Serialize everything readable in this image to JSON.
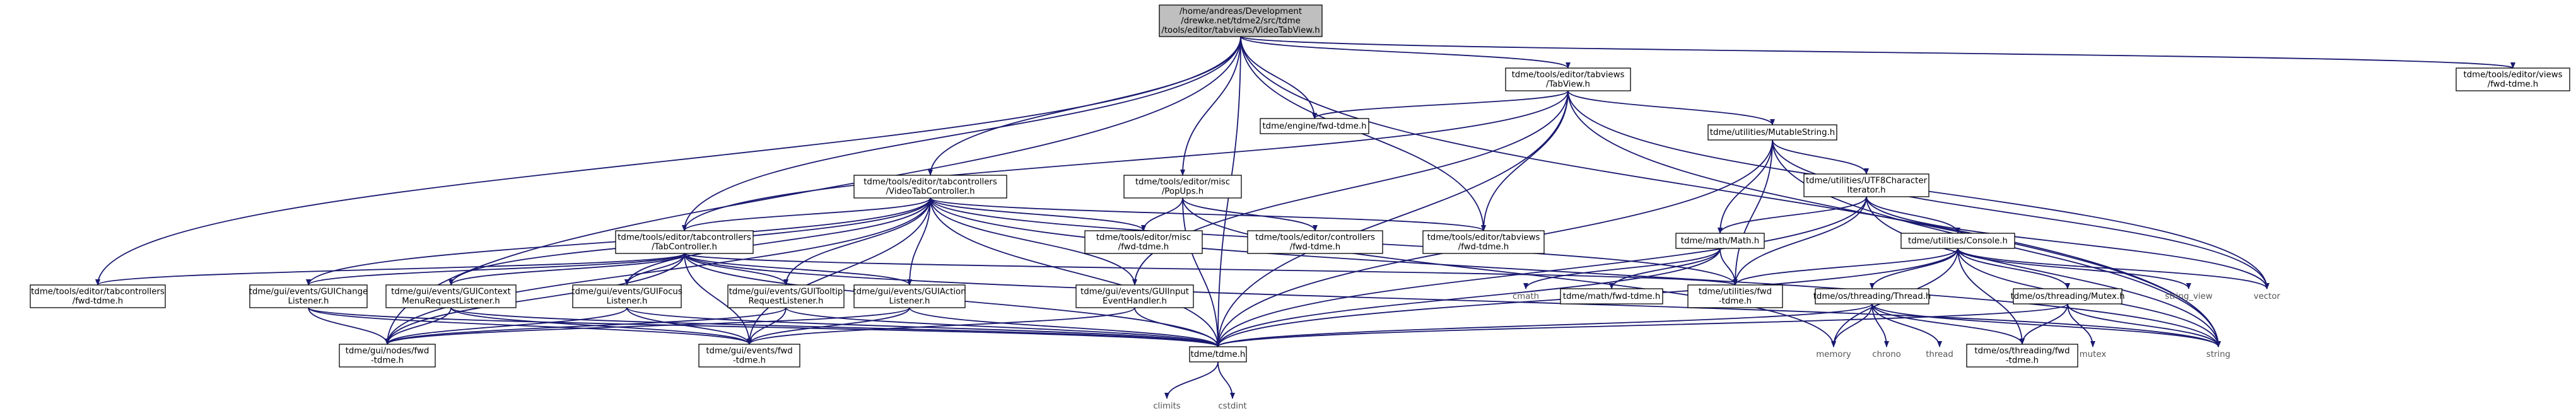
{
  "diagram": {
    "edge_color": "#191970",
    "root_fill": "#bfbfbf",
    "node_fill": "#ffffff",
    "system_header_text_color": "#555555",
    "nodes": [
      {
        "id": "root",
        "lines": [
          "/home/andreas/Development",
          "/drewke.net/tdme2/src/tdme",
          "/tools/editor/tabviews/VideoTabView.h"
        ],
        "root": true
      },
      {
        "id": "tabcontrollers_fwd",
        "lines": [
          "tdme/tools/editor/tabcontrollers",
          "/fwd-tdme.h"
        ]
      },
      {
        "id": "tabcontroller",
        "lines": [
          "tdme/tools/editor/tabcontrollers",
          "/TabController.h"
        ]
      },
      {
        "id": "videotabcontroller",
        "lines": [
          "tdme/tools/editor/tabcontrollers",
          "/VideoTabController.h"
        ]
      },
      {
        "id": "tabview",
        "lines": [
          "tdme/tools/editor/tabviews",
          "/TabView.h"
        ]
      },
      {
        "id": "views_fwd",
        "lines": [
          "tdme/tools/editor/views",
          "/fwd-tdme.h"
        ]
      },
      {
        "id": "engine_fwd",
        "lines": [
          "tdme/engine/fwd-tdme.h"
        ]
      },
      {
        "id": "popups",
        "lines": [
          "tdme/tools/editor/misc",
          "/PopUps.h"
        ]
      },
      {
        "id": "misc_fwd",
        "lines": [
          "tdme/tools/editor/misc",
          "/fwd-tdme.h"
        ]
      },
      {
        "id": "controllers_fwd",
        "lines": [
          "tdme/tools/editor/controllers",
          "/fwd-tdme.h"
        ]
      },
      {
        "id": "tabviews_fwd",
        "lines": [
          "tdme/tools/editor/tabviews",
          "/fwd-tdme.h"
        ]
      },
      {
        "id": "mutablestring",
        "lines": [
          "tdme/utilities/MutableString.h"
        ]
      },
      {
        "id": "utf8iterator",
        "lines": [
          "tdme/utilities/UTF8Character",
          "Iterator.h"
        ]
      },
      {
        "id": "math",
        "lines": [
          "tdme/math/Math.h"
        ]
      },
      {
        "id": "console",
        "lines": [
          "tdme/utilities/Console.h"
        ]
      },
      {
        "id": "guichange",
        "lines": [
          "tdme/gui/events/GUIChange",
          "Listener.h"
        ]
      },
      {
        "id": "guicontext",
        "lines": [
          "tdme/gui/events/GUIContext",
          "MenuRequestListener.h"
        ]
      },
      {
        "id": "guifocus",
        "lines": [
          "tdme/gui/events/GUIFocus",
          "Listener.h"
        ]
      },
      {
        "id": "guitooltip",
        "lines": [
          "tdme/gui/events/GUITooltip",
          "RequestListener.h"
        ]
      },
      {
        "id": "guiaction",
        "lines": [
          "tdme/gui/events/GUIAction",
          "Listener.h"
        ]
      },
      {
        "id": "guiinput",
        "lines": [
          "tdme/gui/events/GUIInput",
          "EventHandler.h"
        ]
      },
      {
        "id": "cmath",
        "lines": [
          "cmath"
        ],
        "system": true
      },
      {
        "id": "math_fwd",
        "lines": [
          "tdme/math/fwd-tdme.h"
        ]
      },
      {
        "id": "utilities_fwd",
        "lines": [
          "tdme/utilities/fwd",
          "-tdme.h"
        ]
      },
      {
        "id": "thread",
        "lines": [
          "tdme/os/threading/Thread.h"
        ]
      },
      {
        "id": "mutex",
        "lines": [
          "tdme/os/threading/Mutex.h"
        ]
      },
      {
        "id": "string_view",
        "lines": [
          "string_view"
        ],
        "system": true
      },
      {
        "id": "vector",
        "lines": [
          "vector"
        ],
        "system": true
      },
      {
        "id": "nodes_fwd",
        "lines": [
          "tdme/gui/nodes/fwd",
          "-tdme.h"
        ]
      },
      {
        "id": "events_fwd",
        "lines": [
          "tdme/gui/events/fwd",
          "-tdme.h"
        ]
      },
      {
        "id": "tdme",
        "lines": [
          "tdme/tdme.h"
        ]
      },
      {
        "id": "memory",
        "lines": [
          "memory"
        ],
        "system": true
      },
      {
        "id": "chrono",
        "lines": [
          "chrono"
        ],
        "system": true
      },
      {
        "id": "threadstd",
        "lines": [
          "thread"
        ],
        "system": true
      },
      {
        "id": "threading_fwd",
        "lines": [
          "tdme/os/threading/fwd",
          "-tdme.h"
        ]
      },
      {
        "id": "mutexstd",
        "lines": [
          "mutex"
        ],
        "system": true
      },
      {
        "id": "string",
        "lines": [
          "string"
        ],
        "system": true
      },
      {
        "id": "climits",
        "lines": [
          "climits"
        ],
        "system": true
      },
      {
        "id": "cstdint",
        "lines": [
          "cstdint"
        ],
        "system": true
      }
    ],
    "edges": [
      [
        "root",
        "tabcontrollers_fwd"
      ],
      [
        "root",
        "tabcontroller"
      ],
      [
        "root",
        "videotabcontroller"
      ],
      [
        "root",
        "tabview"
      ],
      [
        "root",
        "views_fwd"
      ],
      [
        "root",
        "engine_fwd"
      ],
      [
        "root",
        "popups"
      ],
      [
        "root",
        "tabviews_fwd"
      ],
      [
        "root",
        "nodes_fwd"
      ],
      [
        "root",
        "tdme"
      ],
      [
        "root",
        "string"
      ],
      [
        "tabview",
        "engine_fwd"
      ],
      [
        "tabview",
        "tabcontroller"
      ],
      [
        "tabview",
        "tabviews_fwd"
      ],
      [
        "tabview",
        "mutablestring"
      ],
      [
        "tabview",
        "guiinput"
      ],
      [
        "tabview",
        "tdme"
      ],
      [
        "tabview",
        "string"
      ],
      [
        "tabview",
        "vector"
      ],
      [
        "videotabcontroller",
        "tabcontroller"
      ],
      [
        "videotabcontroller",
        "misc_fwd"
      ],
      [
        "videotabcontroller",
        "tabviews_fwd"
      ],
      [
        "videotabcontroller",
        "guichange"
      ],
      [
        "videotabcontroller",
        "guicontext"
      ],
      [
        "videotabcontroller",
        "guifocus"
      ],
      [
        "videotabcontroller",
        "guitooltip"
      ],
      [
        "videotabcontroller",
        "guiaction"
      ],
      [
        "videotabcontroller",
        "guiinput"
      ],
      [
        "videotabcontroller",
        "nodes_fwd"
      ],
      [
        "videotabcontroller",
        "events_fwd"
      ],
      [
        "videotabcontroller",
        "tdme"
      ],
      [
        "videotabcontroller",
        "utilities_fwd"
      ],
      [
        "videotabcontroller",
        "string"
      ],
      [
        "tabcontroller",
        "tabcontrollers_fwd"
      ],
      [
        "tabcontroller",
        "guichange"
      ],
      [
        "tabcontroller",
        "guicontext"
      ],
      [
        "tabcontroller",
        "guifocus"
      ],
      [
        "tabcontroller",
        "guitooltip"
      ],
      [
        "tabcontroller",
        "guiaction"
      ],
      [
        "tabcontroller",
        "nodes_fwd"
      ],
      [
        "tabcontroller",
        "events_fwd"
      ],
      [
        "tabcontroller",
        "tdme"
      ],
      [
        "tabcontroller",
        "utilities_fwd"
      ],
      [
        "tabcontroller",
        "string"
      ],
      [
        "popups",
        "misc_fwd"
      ],
      [
        "popups",
        "controllers_fwd"
      ],
      [
        "popups",
        "tdme"
      ],
      [
        "popups",
        "memory"
      ],
      [
        "mutablestring",
        "utf8iterator"
      ],
      [
        "mutablestring",
        "math"
      ],
      [
        "mutablestring",
        "utilities_fwd"
      ],
      [
        "mutablestring",
        "tdme"
      ],
      [
        "mutablestring",
        "string"
      ],
      [
        "mutablestring",
        "vector"
      ],
      [
        "utf8iterator",
        "math"
      ],
      [
        "utf8iterator",
        "console"
      ],
      [
        "utf8iterator",
        "utilities_fwd"
      ],
      [
        "utf8iterator",
        "tdme"
      ],
      [
        "utf8iterator",
        "string"
      ],
      [
        "utf8iterator",
        "vector"
      ],
      [
        "math",
        "cmath"
      ],
      [
        "math",
        "math_fwd"
      ],
      [
        "math",
        "utilities_fwd"
      ],
      [
        "math",
        "tdme"
      ],
      [
        "console",
        "thread"
      ],
      [
        "console",
        "mutex"
      ],
      [
        "console",
        "memory"
      ],
      [
        "console",
        "utilities_fwd"
      ],
      [
        "console",
        "string_view"
      ],
      [
        "console",
        "vector"
      ],
      [
        "console",
        "string"
      ],
      [
        "console",
        "tdme"
      ],
      [
        "console",
        "threading_fwd"
      ],
      [
        "thread",
        "memory"
      ],
      [
        "thread",
        "chrono"
      ],
      [
        "thread",
        "threadstd"
      ],
      [
        "thread",
        "threading_fwd"
      ],
      [
        "thread",
        "tdme"
      ],
      [
        "thread",
        "string"
      ],
      [
        "mutex",
        "mutexstd"
      ],
      [
        "mutex",
        "threading_fwd"
      ],
      [
        "mutex",
        "tdme"
      ],
      [
        "mutex",
        "string"
      ],
      [
        "guichange",
        "nodes_fwd"
      ],
      [
        "guichange",
        "events_fwd"
      ],
      [
        "guichange",
        "tdme"
      ],
      [
        "guicontext",
        "nodes_fwd"
      ],
      [
        "guicontext",
        "events_fwd"
      ],
      [
        "guicontext",
        "tdme"
      ],
      [
        "guifocus",
        "nodes_fwd"
      ],
      [
        "guifocus",
        "events_fwd"
      ],
      [
        "guifocus",
        "tdme"
      ],
      [
        "guitooltip",
        "nodes_fwd"
      ],
      [
        "guitooltip",
        "events_fwd"
      ],
      [
        "guitooltip",
        "tdme"
      ],
      [
        "guiaction",
        "nodes_fwd"
      ],
      [
        "guiaction",
        "events_fwd"
      ],
      [
        "guiaction",
        "tdme"
      ],
      [
        "guiinput",
        "events_fwd"
      ],
      [
        "guiinput",
        "tdme"
      ],
      [
        "tdme",
        "climits"
      ],
      [
        "tdme",
        "cstdint"
      ]
    ]
  }
}
